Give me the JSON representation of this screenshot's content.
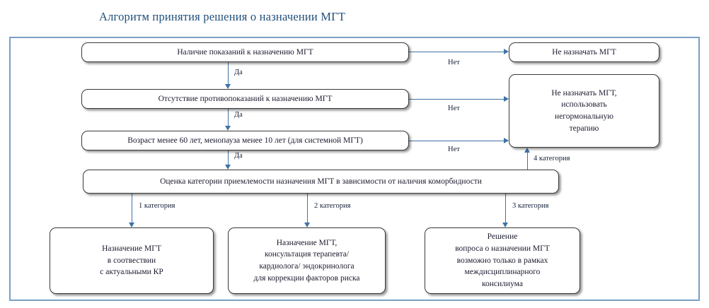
{
  "title": "Алгоритм принятия решения о назначении МГТ",
  "colors": {
    "title": "#1f4e79",
    "frame_border": "#7ba0c4",
    "connector": "#3f72a8",
    "node_border": "#3a3a3a",
    "node_fill": "#ffffff",
    "text": "#1a1a2e"
  },
  "nodes": {
    "indications": {
      "line1": "Наличие показаний к назначению МГТ"
    },
    "contraindications": {
      "line1": "Отсутствие противопоказаний к назначению МГТ"
    },
    "age": {
      "line1": "Возраст менее 60 лет, менопауза менее 10 лет (для системной МГТ)"
    },
    "category_assessment": {
      "line1": "Оценка категории приемлемости назначения МГТ в зависимости от наличия коморбидности"
    },
    "no_mht": {
      "line1": "Не назначать МГТ"
    },
    "no_mht_nonhormonal": {
      "line1": "Не назначать МГТ,",
      "line2": "использовать",
      "line3": "негормональную",
      "line4": "терапию"
    },
    "cat1_outcome": {
      "line1": "Назначение МГТ",
      "line2": "в соотвествии",
      "line3": "с актуальными КР"
    },
    "cat2_outcome": {
      "line1": "Назначение МГТ,",
      "line2": "консультация терапевта/",
      "line3": "кардиолога/ эндокринолога",
      "line4": "для коррекции факторов риска"
    },
    "cat3_outcome": {
      "line1": "Решение",
      "line2": "вопроса о назначении МГТ",
      "line3": "возможно только в рамках",
      "line4": "междисциплинарного",
      "line5": "консилиума"
    }
  },
  "edge_labels": {
    "yes_1": "Да",
    "yes_2": "Да",
    "yes_3": "Да",
    "no_1": "Нет",
    "no_2": "Нет",
    "no_3": "Нет",
    "cat_1": "1 категория",
    "cat_2": "2 категория",
    "cat_3": "3 категория",
    "cat_4": "4 категория"
  }
}
